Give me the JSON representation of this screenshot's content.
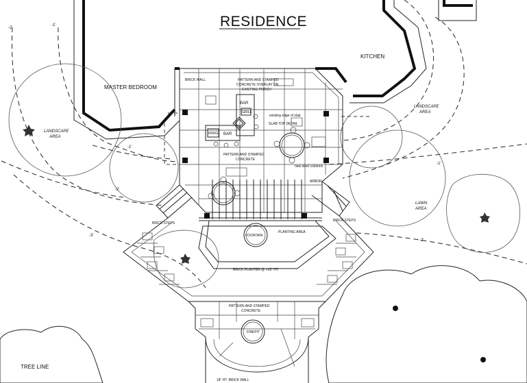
{
  "title": "RESIDENCE",
  "rooms": {
    "master_bedroom": "MASTER BEDROOM",
    "kitchen": "KITCHEN"
  },
  "areas": {
    "landscape_left": [
      "LANDSCAPE",
      "AREA"
    ],
    "landscape_right": [
      "LANDSCAPE",
      "AREA"
    ],
    "lawn": [
      "LAWN",
      "AREA"
    ],
    "tree_line": "TREE LINE"
  },
  "notes": {
    "brick_wall_top": "BRICK WALL",
    "pattern_overlay": [
      "PATTERN AND STAMPED",
      "CONCRETE OVERLAY ON",
      "EXISTING PORCH"
    ],
    "bar_top": "BAR",
    "bar_left": "BAR",
    "existing_edge": "existing edge of slab",
    "slab_top": "SLAB TOP DETAIL",
    "pattern_concrete_mid": [
      "PATTERN AND STAMPED",
      "CONCRETE"
    ],
    "column_note": "new steel columns",
    "arbor": "ARBOR",
    "brick_steps_left": "BRICK STEPS",
    "brick_steps_right": "BRICK STEPS",
    "fountain": "FOUNTAIN",
    "planting_area": "PLANTING AREA",
    "brick_planter": "BRICK PLANTER @ +18\" HT.",
    "pattern_concrete_lower": [
      "PATTERN AND STAMPED",
      "CONCRETE"
    ],
    "firepit": "FIREPIT",
    "brick_wall_bottom": "18\" HT. BRICK WALL",
    "grill": "GRILL",
    "fridge": "FRDG"
  },
  "contours": {
    "c1": "-2'",
    "c2": "-1'",
    "c3": "-1'",
    "c4": "-2'",
    "c5": "-3'",
    "c6": "-1'",
    "c7": "-2'"
  }
}
